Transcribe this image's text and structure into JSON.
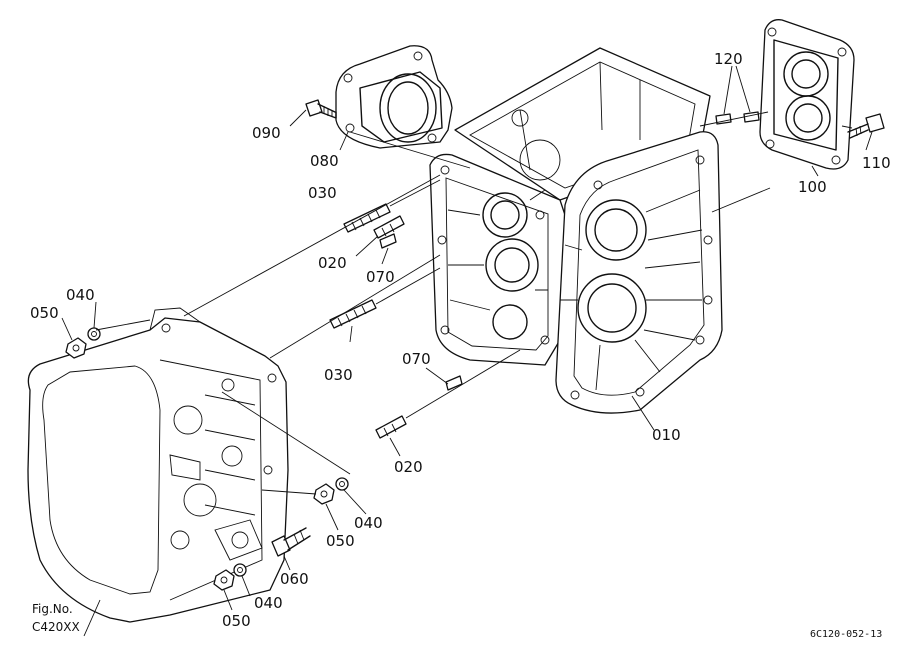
{
  "diagram": {
    "callouts": {
      "c010": "010",
      "c020a": "020",
      "c020b": "020",
      "c030a": "030",
      "c030b": "030",
      "c040a": "040",
      "c040b": "040",
      "c040c": "040",
      "c050a": "050",
      "c050b": "050",
      "c050c": "050",
      "c060": "060",
      "c070a": "070",
      "c070b": "070",
      "c080": "080",
      "c090": "090",
      "c100": "100",
      "c110": "110",
      "c120": "120"
    },
    "figure_label_line1": "Fig.No.",
    "figure_label_line2": "C420XX",
    "reference_code": "6C120-052-13"
  }
}
